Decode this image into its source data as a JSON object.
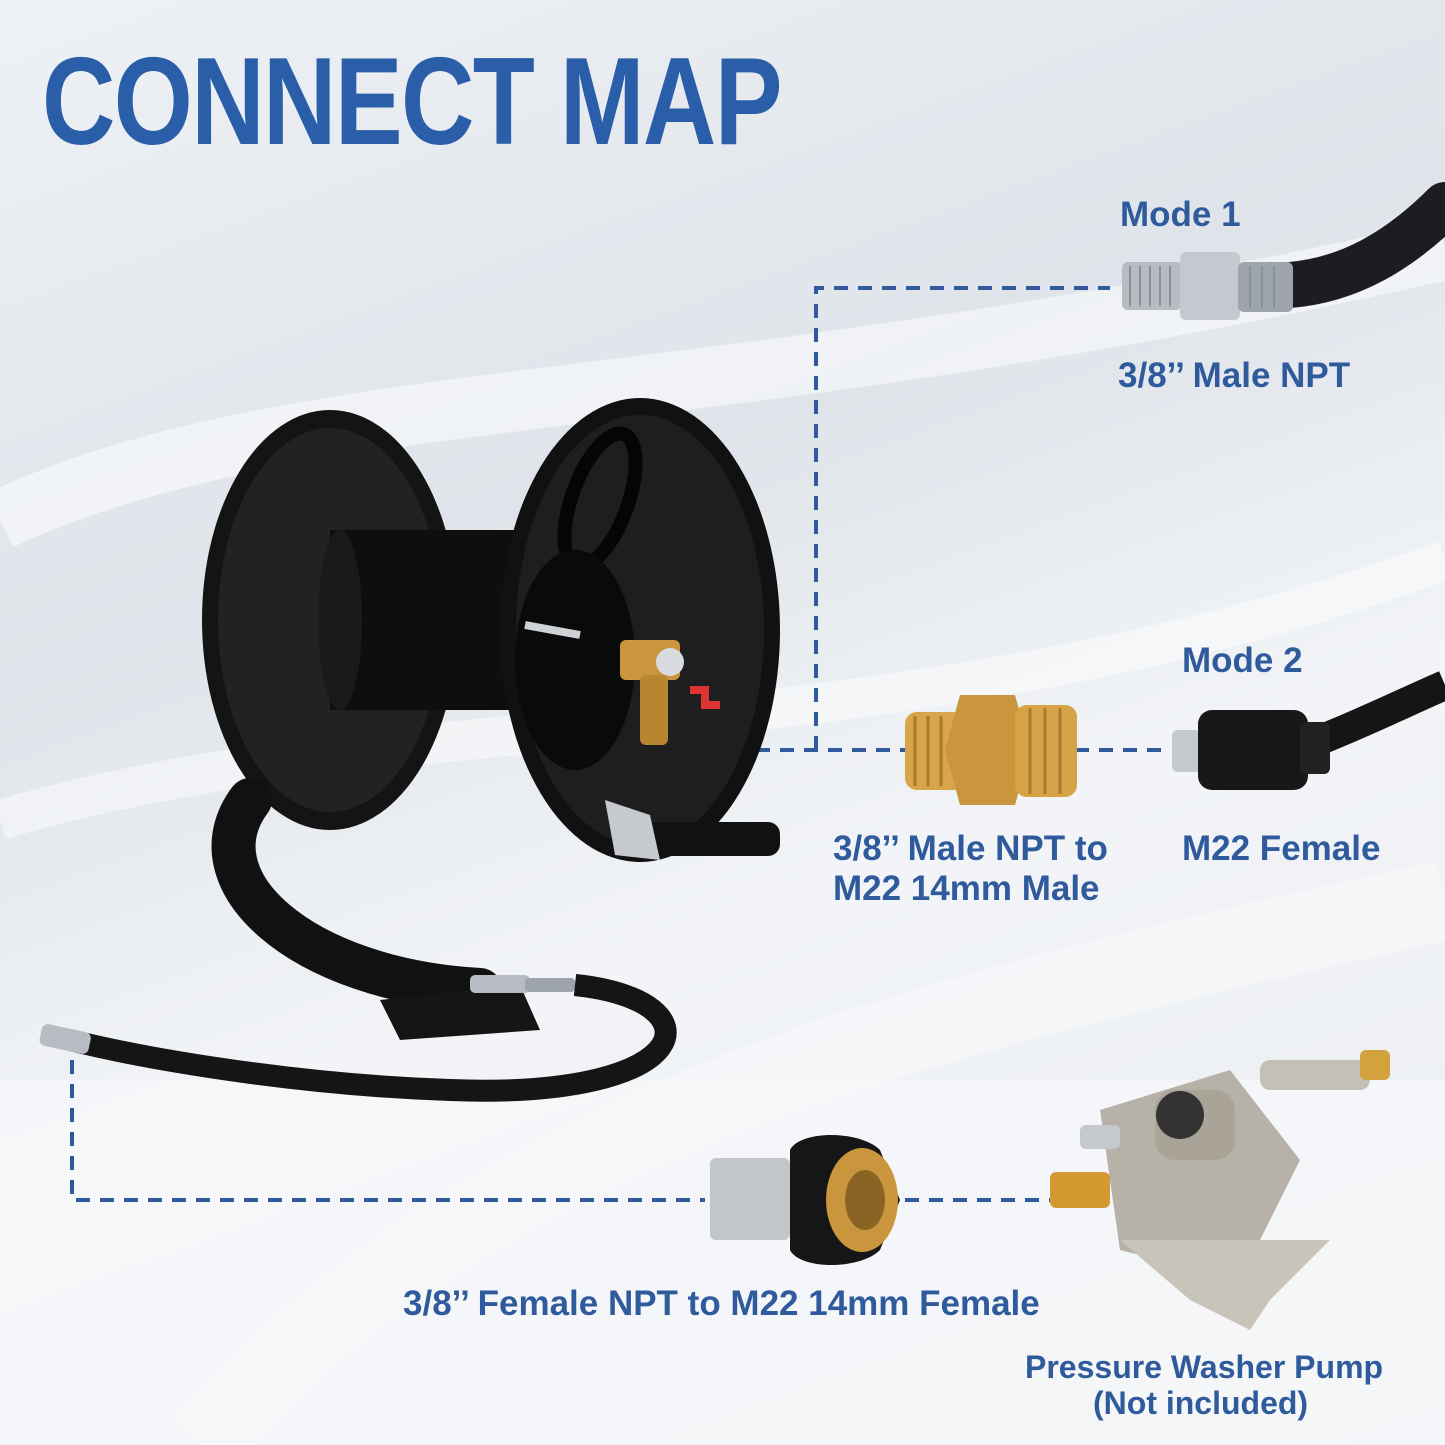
{
  "title": "CONNECT MAP",
  "mode1": {
    "label": "Mode 1",
    "fitting": "3/8’’ Male NPT"
  },
  "mode2": {
    "label": "Mode 2",
    "adapter_line1": "3/8’’ Male NPT to",
    "adapter_line2": "M22 14mm Male",
    "fitting": "M22 Female"
  },
  "bottom": {
    "adapter": "3/8’’ Female NPT to M22 14mm Female",
    "pump_line1": "Pressure Washer Pump",
    "pump_line2": "(Not included)"
  },
  "colors": {
    "accent": "#2a5ea8",
    "text": "#2f5b9c",
    "brass": "#c9963e",
    "reel": "#111111"
  }
}
